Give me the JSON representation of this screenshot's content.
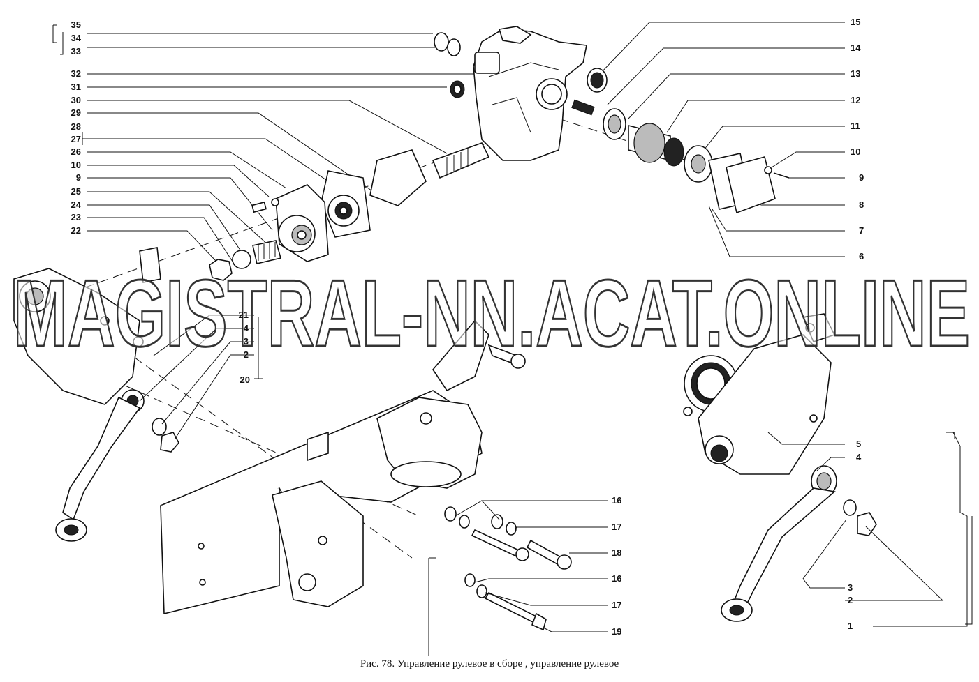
{
  "caption": "Рис. 78. Управление рулевое в сборе , управление рулевое",
  "watermark": "MAGISTRAL-NN.ACAT.ONLINE",
  "callouts_left": [
    "35",
    "34",
    "33",
    "32",
    "31",
    "30",
    "29",
    "28",
    "27",
    "26",
    "10",
    "9",
    "25",
    "24",
    "23",
    "22"
  ],
  "callouts_right": [
    "15",
    "14",
    "13",
    "12",
    "11",
    "10",
    "9",
    "8",
    "7",
    "6"
  ],
  "callouts_mid_left": [
    "21",
    "4",
    "3",
    "2",
    "20"
  ],
  "callouts_mid_right": [
    "5",
    "4",
    "3",
    "2",
    "1"
  ],
  "callouts_bottom": [
    "16",
    "17",
    "18",
    "16",
    "17",
    "19"
  ],
  "colors": {
    "ink": "#111111",
    "watermark_fill": "#ffffff",
    "watermark_stroke": "#333333"
  }
}
